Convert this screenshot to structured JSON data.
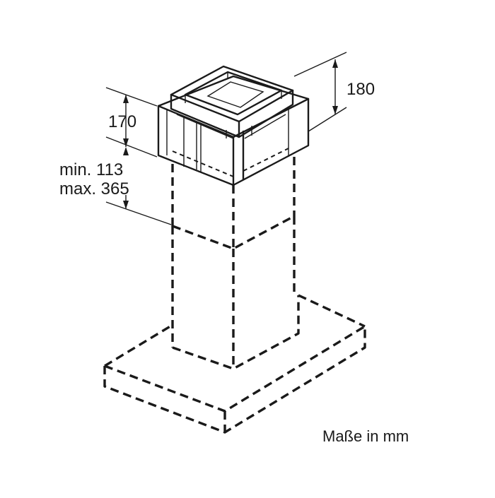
{
  "dimensions": {
    "top_height": "180",
    "upper_height": "170",
    "range_min": "min. 113",
    "range_max": "max. 365"
  },
  "note": "Maße in mm"
}
